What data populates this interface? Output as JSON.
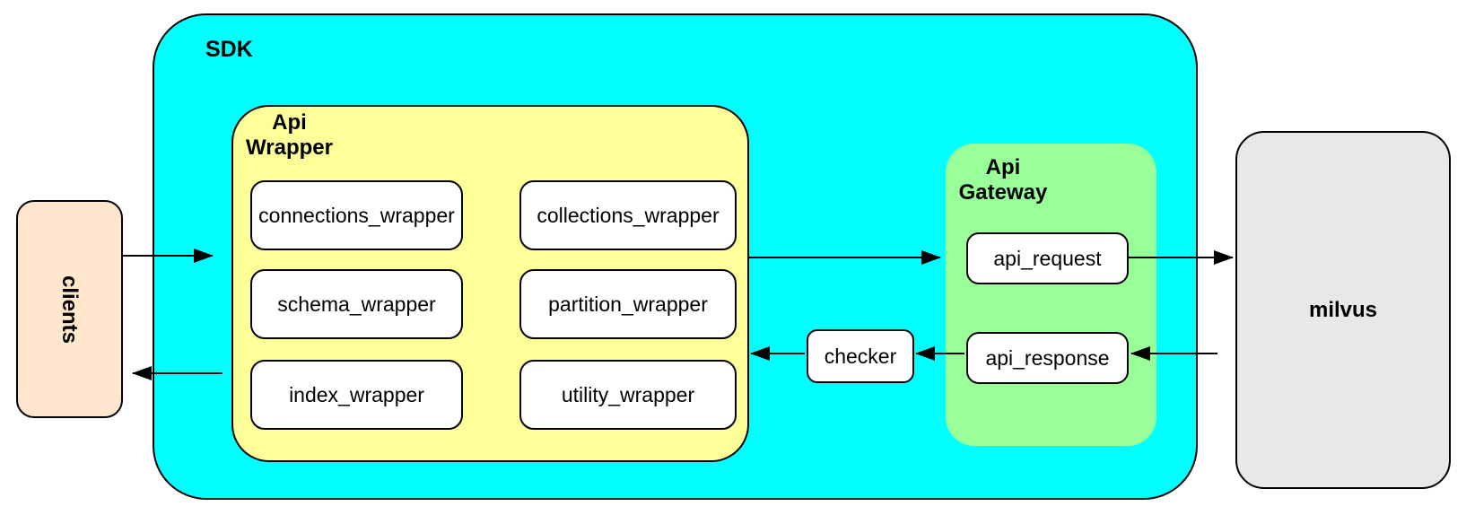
{
  "diagram": {
    "clients": {
      "label": "clients",
      "fill": "#ffe6cc"
    },
    "sdk": {
      "label": "SDK",
      "fill": "#00ffff"
    },
    "api_wrapper": {
      "label": "Api Wrapper",
      "fill": "#ffff99",
      "boxes": [
        "connections_wrapper",
        "collections_wrapper",
        "schema_wrapper",
        "partition_wrapper",
        "index_wrapper",
        "utility_wrapper"
      ]
    },
    "checker": {
      "label": "checker",
      "fill": "#ffffff"
    },
    "api_gateway": {
      "label": "Api Gateway",
      "fill": "#99ff99",
      "boxes": [
        "api_request",
        "api_response"
      ]
    },
    "milvus": {
      "label": "milvus",
      "fill": "#e8e8e8"
    },
    "colors": {
      "border": "#000000",
      "background": "#ffffff",
      "arrow": "#000000"
    },
    "connections": [
      {
        "from": "clients",
        "to": "api_wrapper"
      },
      {
        "from": "api_wrapper",
        "to": "clients"
      },
      {
        "from": "api_wrapper",
        "to": "api_gateway"
      },
      {
        "from": "api_request",
        "to": "milvus"
      },
      {
        "from": "milvus",
        "to": "api_response"
      },
      {
        "from": "api_response",
        "to": "checker"
      },
      {
        "from": "checker",
        "to": "api_wrapper"
      }
    ]
  }
}
